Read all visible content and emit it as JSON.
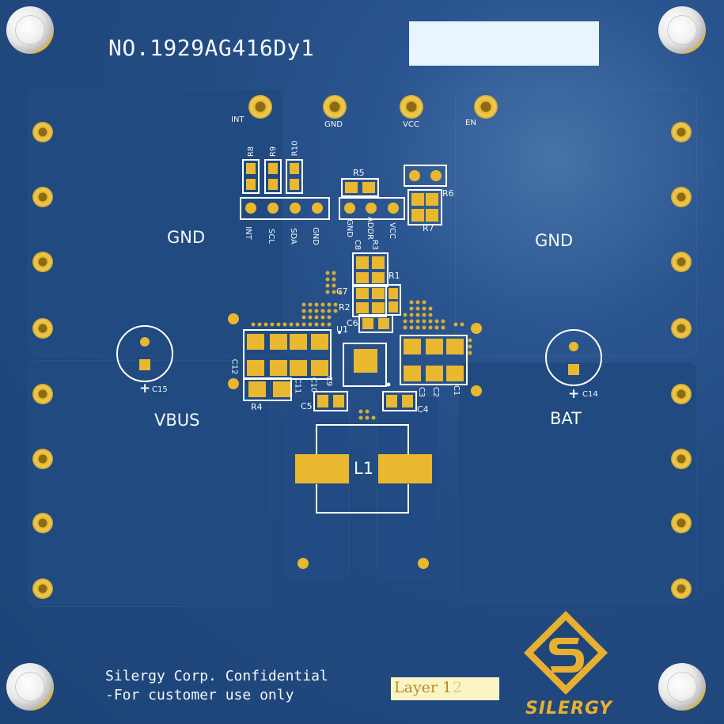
{
  "board": {
    "title": "NO.1929AG416Dy1",
    "confidential_line1": "Silergy Corp. Confidential",
    "confidential_line2": "-For customer use only",
    "layer_label": "Layer 1",
    "layer_label_faint": "2",
    "brand": "SILERGY",
    "colors": {
      "board": "#224b82",
      "silkscreen": "#ffffff",
      "copper_pad": "#e9b82f",
      "logo": "#e8b030"
    }
  },
  "header_pins": [
    "INT",
    "GND",
    "VCC",
    "EN"
  ],
  "net_labels": {
    "gnd_left": "GND",
    "gnd_right": "GND",
    "vbus": "VBUS",
    "bat": "BAT",
    "inductor": "L1"
  },
  "connector_left_pins": [
    "INT",
    "SCL",
    "SDA",
    "GND"
  ],
  "connector_right_pins": [
    "GND",
    "ADDR",
    "VCC"
  ],
  "refdes": {
    "r8": "R8",
    "r9": "R9",
    "r10": "R10",
    "r5": "R5",
    "r6": "R6",
    "r7": "R7",
    "c8": "C8",
    "r3": "R3",
    "r1": "R1",
    "c7": "C7",
    "r2": "R2",
    "c6": "C6",
    "u1": "U1",
    "c12": "C12",
    "c11": "C11",
    "c10": "C10",
    "c9": "C9",
    "r4": "R4",
    "c5": "C5",
    "c3": "C3",
    "c2": "C2",
    "c1": "C1",
    "c4": "C4",
    "c15": "C15",
    "c14": "C14"
  },
  "icons": {
    "mounting_hole": "mounting-hole-icon",
    "logo": "silergy-logo-icon",
    "polarity": "plus-icon"
  }
}
